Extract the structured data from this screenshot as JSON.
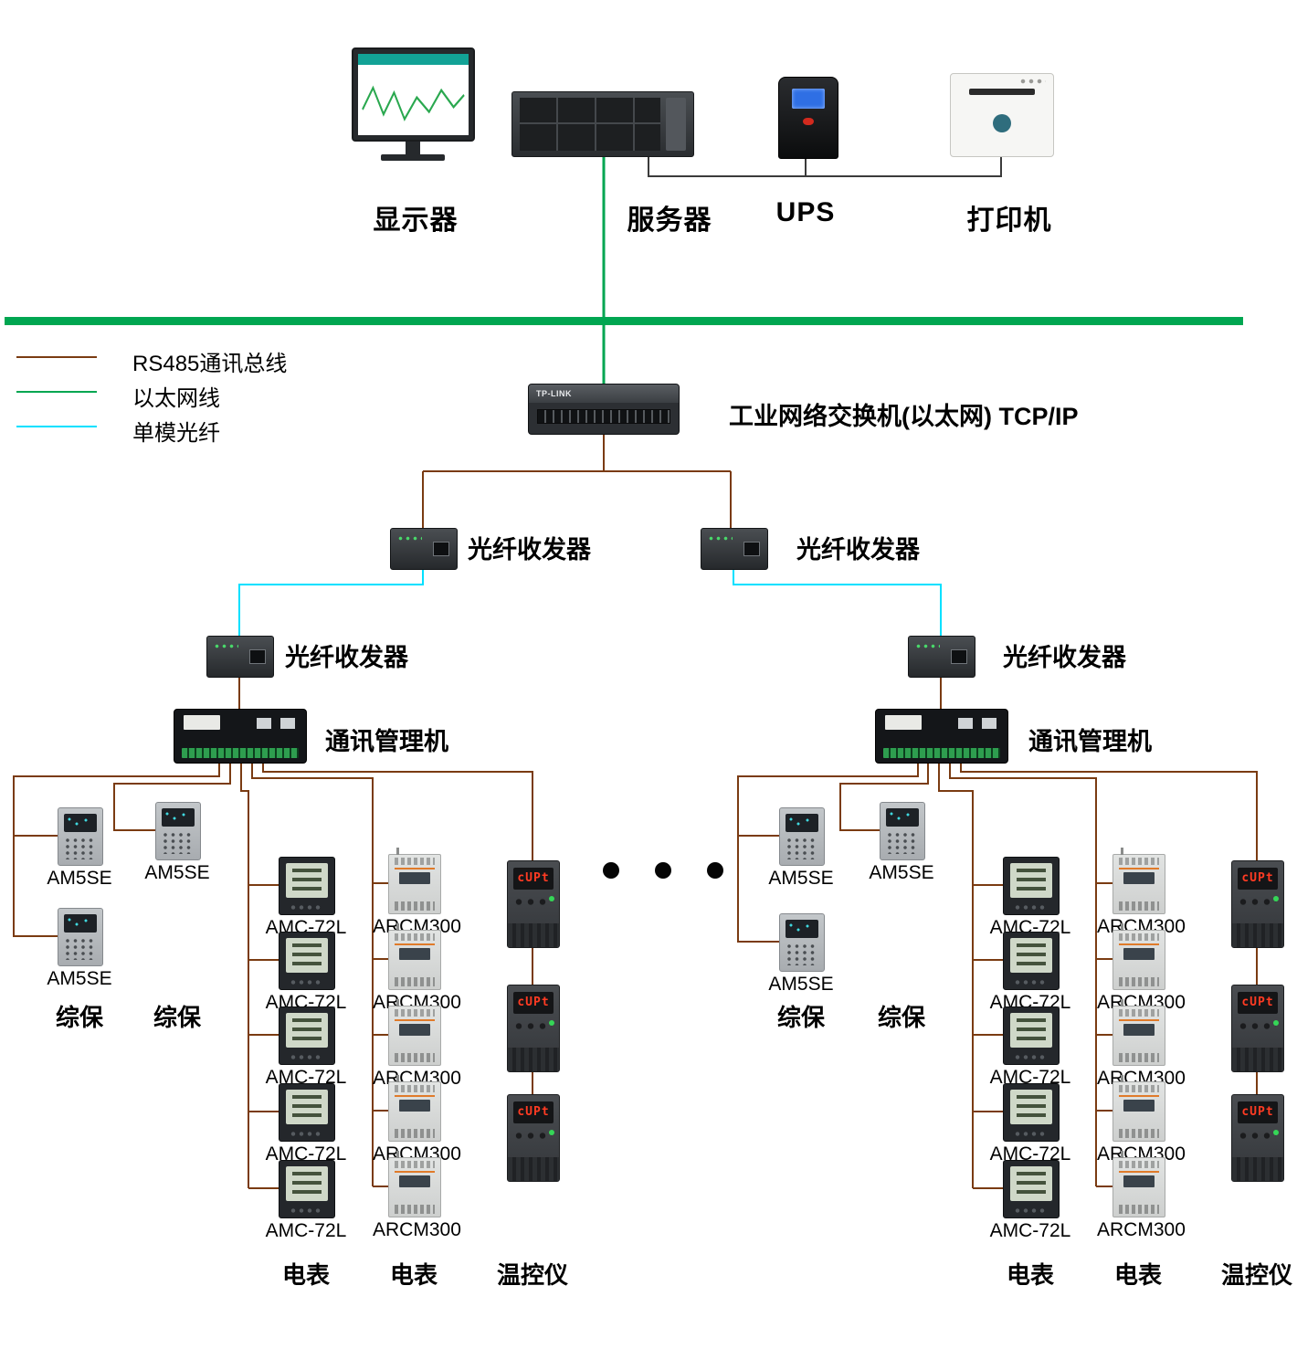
{
  "legend": {
    "items": [
      {
        "label": "RS485通讯总线",
        "color": "#7a3b12"
      },
      {
        "label": "以太网线",
        "color": "#00a651"
      },
      {
        "label": "单模光纤",
        "color": "#00e0ff"
      }
    ]
  },
  "top": {
    "monitor_label": "显示器",
    "server_label": "服务器",
    "ups_label": "UPS",
    "printer_label": "打印机"
  },
  "network": {
    "switch_label": "工业网络交换机(以太网) TCP/IP",
    "switch_brand": "TP-LINK",
    "transceiver_label": "光纤收发器",
    "comm_manager_label": "通讯管理机"
  },
  "devices": {
    "am5se_label": "AM5SE",
    "amc_label": "AMC-72L",
    "arcm_label": "ARCM300",
    "protection_label": "综保",
    "meter_label": "电表",
    "temp_label": "温控仪",
    "temp_display": "cUPt"
  }
}
